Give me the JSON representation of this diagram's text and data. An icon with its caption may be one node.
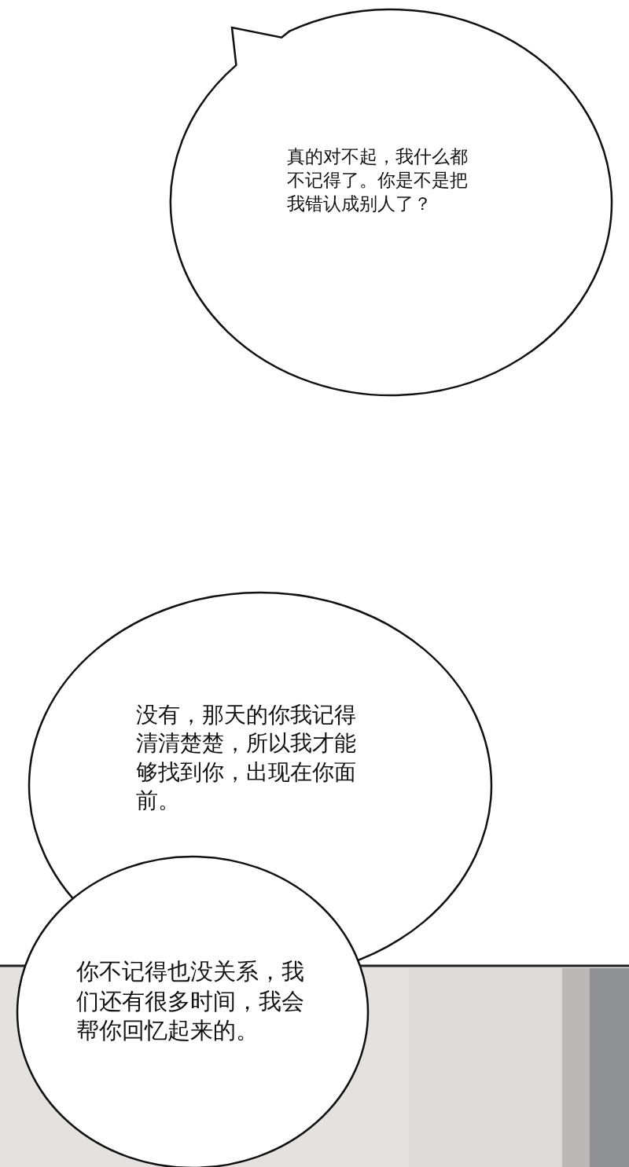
{
  "diagram": {
    "nodes": [
      {
        "text": [
          "真的对不起，我什么都不记得了。你是不是把我错认成别人了？"
        ]
      },
      {
        "text": [
          "没有，那天的你我记得清清楚楚，所以我才能够找到你，出现在你面前。"
        ]
      },
      {
        "text": [
          "你不记得也没关系，我们还有很多时间，我会帮你回忆起来的。"
        ]
      }
    ]
  }
}
